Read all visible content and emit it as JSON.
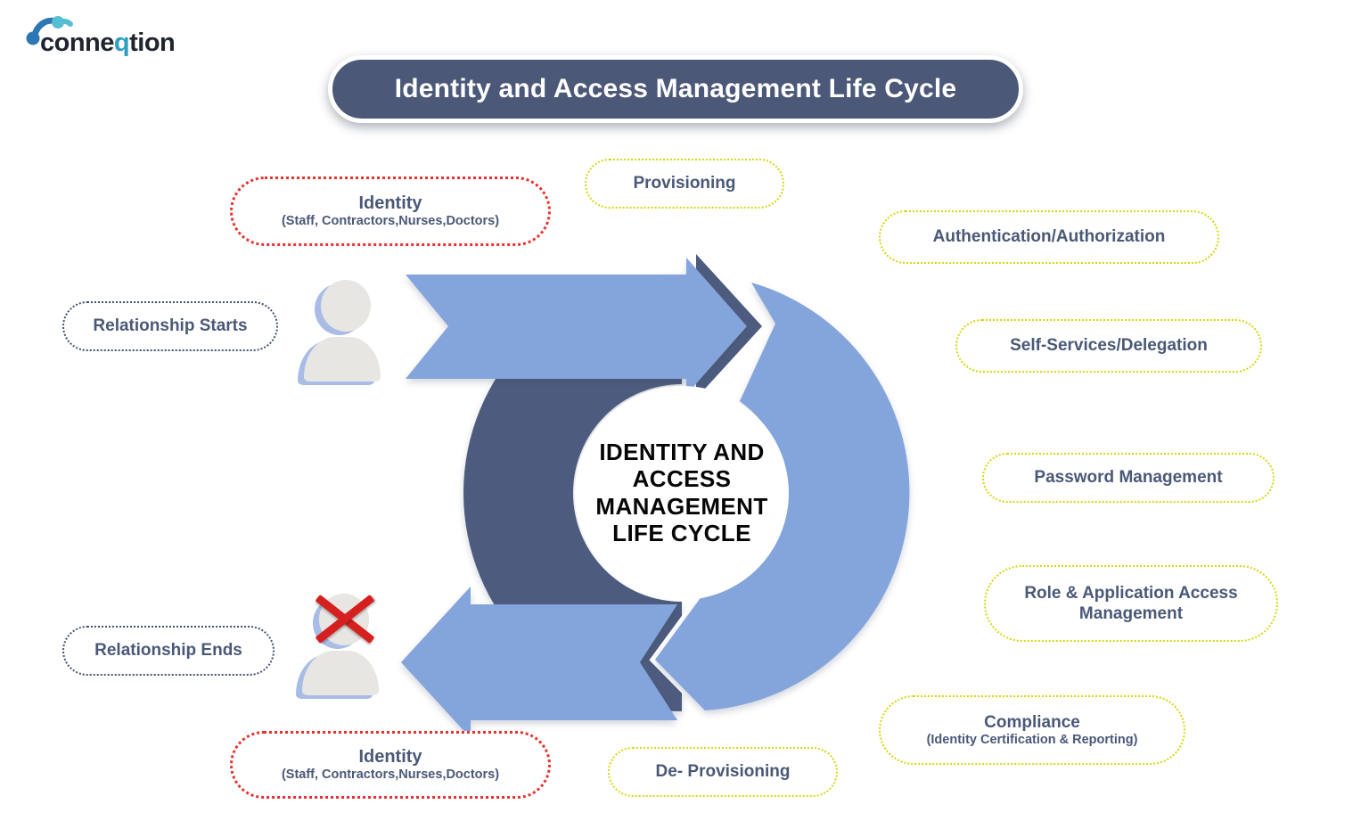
{
  "logo": {
    "pre": "conne",
    "q": "q",
    "post": "tion"
  },
  "banner": {
    "title": "Identity and Access Management Life Cycle"
  },
  "center": {
    "label": "IDENTITY AND ACCESS MANAGEMENT LIFE CYCLE"
  },
  "labels": {
    "identity_top": {
      "title": "Identity",
      "subtitle": "(Staff, Contractors,Nurses,Doctors)"
    },
    "provisioning": "Provisioning",
    "authentication": "Authentication/Authorization",
    "relationship_starts": "Relationship Starts",
    "self_services": "Self-Services/Delegation",
    "password_management": "Password Management",
    "role_application": "Role & Application Access Management",
    "relationship_ends": "Relationship Ends",
    "compliance": {
      "title": "Compliance",
      "subtitle": "(Identity Certification & Reporting)"
    },
    "identity_bottom": {
      "title": "Identity",
      "subtitle": "(Staff, Contractors,Nurses,Doctors)"
    },
    "de_provisioning": "De- Provisioning"
  },
  "colors": {
    "banner_bg": "#4b5878",
    "dark_slate": "#4d5c7e",
    "light_blue": "#84a4dc",
    "yellow_dotted": "#d6d70f",
    "red_dotted": "#e8302e",
    "navy_dotted": "#44506e",
    "label_text": "#4a5878",
    "x_red": "#d6201f",
    "logo_accent": "#2e9fc1"
  }
}
